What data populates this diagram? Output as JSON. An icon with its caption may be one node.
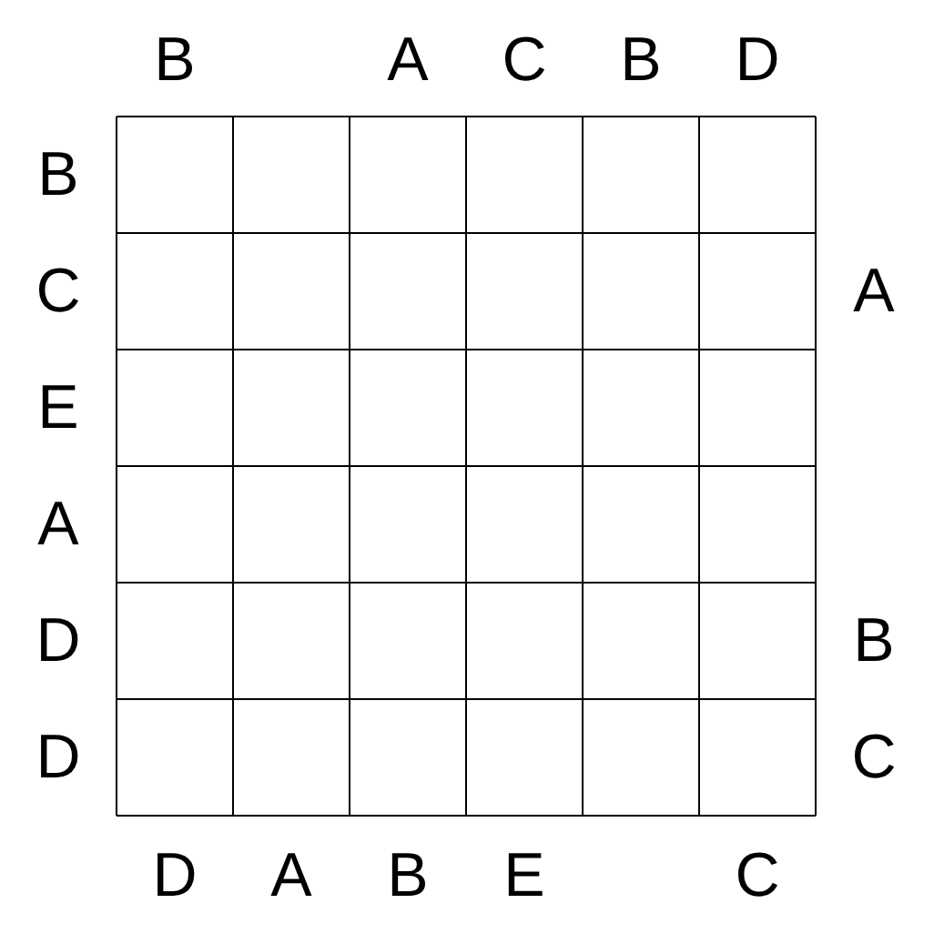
{
  "diagram": {
    "labels": [
      "B",
      "A",
      "C",
      "B",
      "D",
      "B",
      "C",
      "A",
      "E",
      "A",
      "D",
      "B",
      "D",
      "C",
      "D",
      "A",
      "B",
      "E",
      "C"
    ]
  }
}
